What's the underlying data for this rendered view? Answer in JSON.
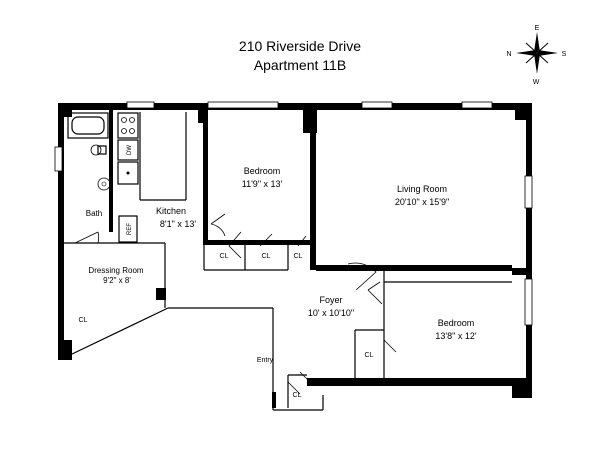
{
  "header": {
    "line1": "210 Riverside Drive",
    "line2": "Apartment 11B"
  },
  "compass": {
    "n": "N",
    "s": "S",
    "e": "E",
    "w": "W"
  },
  "rooms": {
    "kitchen": {
      "name": "Kitchen",
      "dims": "8'1\" x 13'"
    },
    "bedroom1": {
      "name": "Bedroom",
      "dims": "11'9\" x 13'"
    },
    "living": {
      "name": "Living Room",
      "dims": "20'10\" x 15'9\""
    },
    "bath": {
      "name": "Bath"
    },
    "dressing": {
      "name": "Dressing Room",
      "dims": "9'2\" x 8'"
    },
    "foyer": {
      "name": "Foyer",
      "dims": "10' x 10'10\""
    },
    "bedroom2": {
      "name": "Bedroom",
      "dims": "13'8\" x 12'"
    },
    "entry": {
      "name": "Entry"
    }
  },
  "fixtures": {
    "dw": "DW",
    "ref": "REF"
  },
  "closets": [
    "CL",
    "CL",
    "CL",
    "CL",
    "CL",
    "CL"
  ]
}
